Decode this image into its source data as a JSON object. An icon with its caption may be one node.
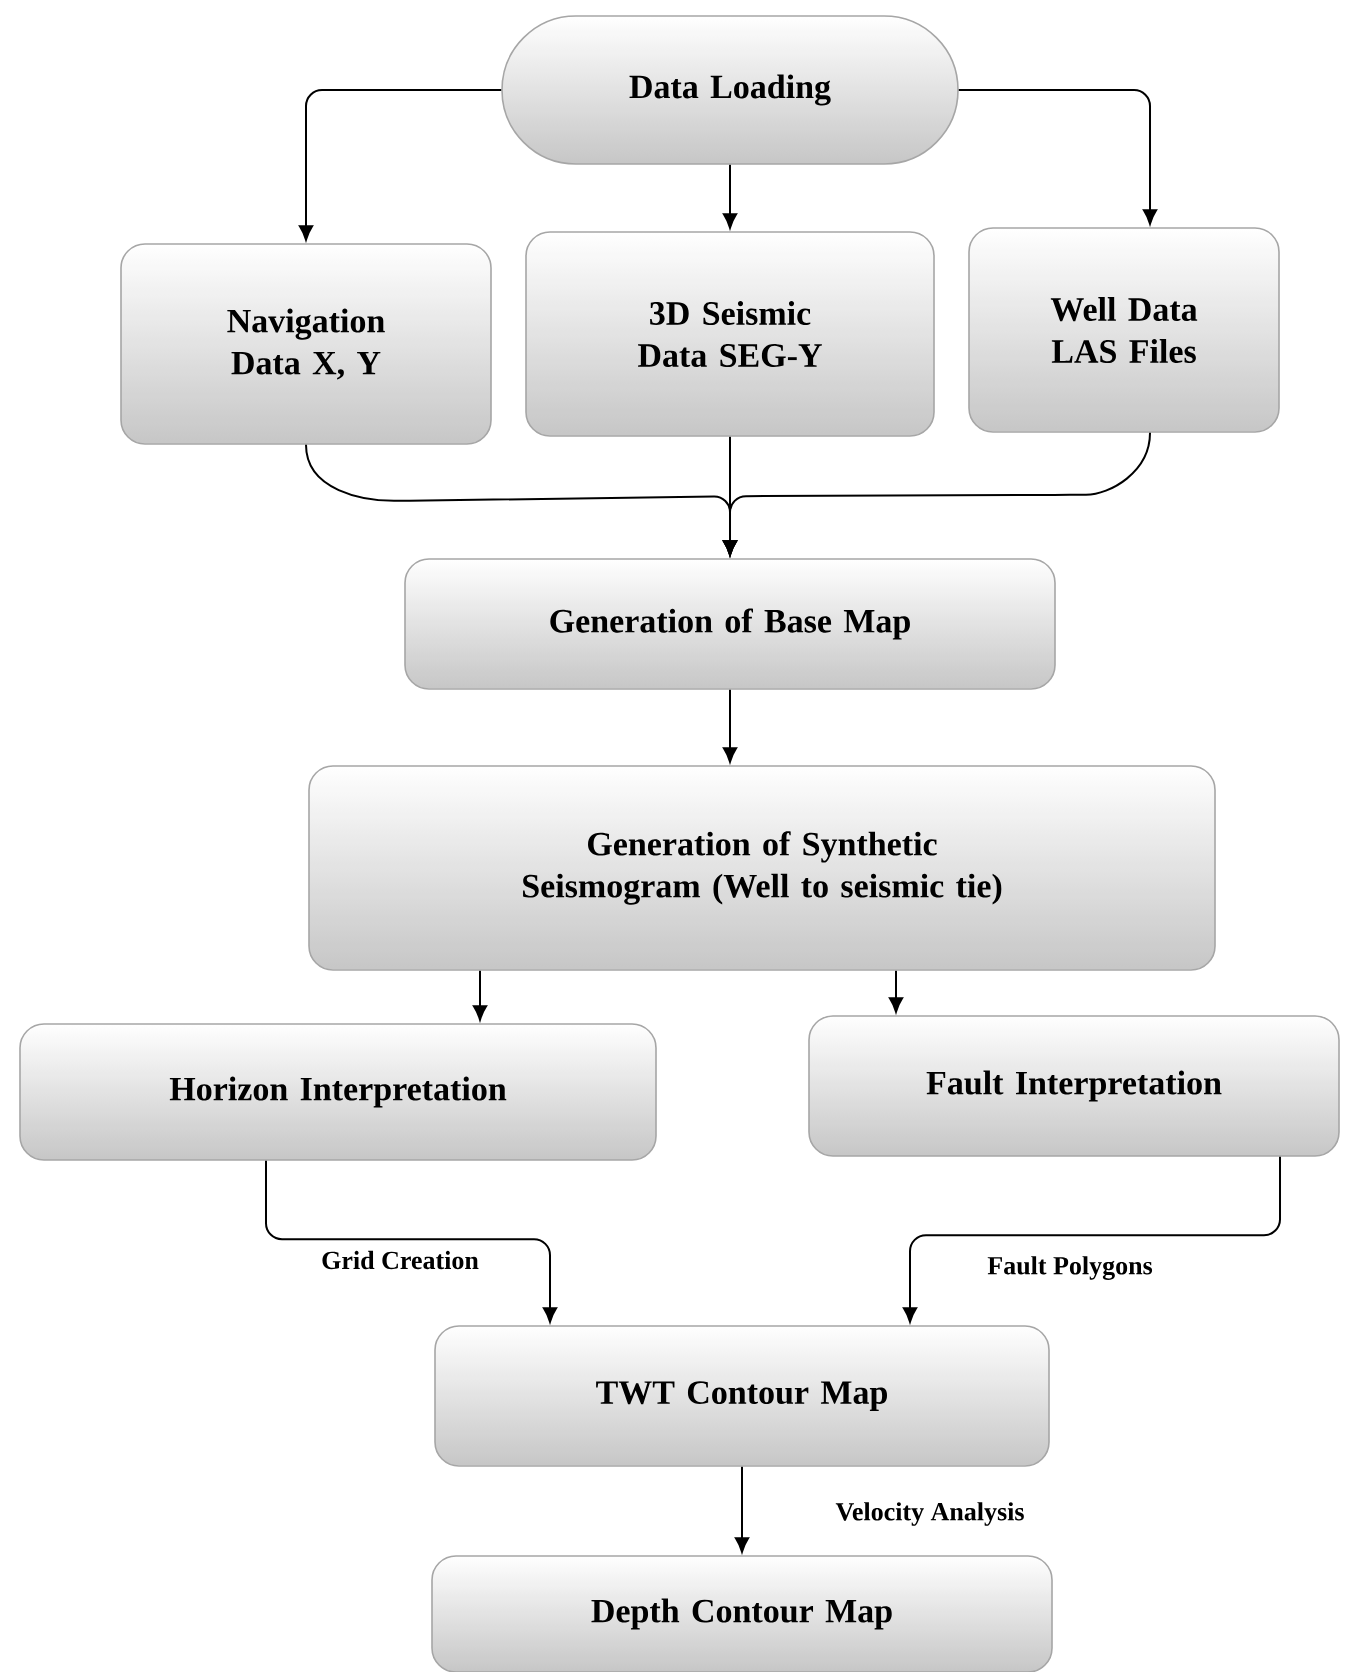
{
  "diagram": {
    "nodes": [
      {
        "text": [
          "Data Loading"
        ]
      },
      {
        "text": [
          "Navigation Data X, Y"
        ]
      },
      {
        "text": [
          "3D Seismic Data SEG-Y"
        ]
      },
      {
        "text": [
          "Well Data LAS Files"
        ]
      },
      {
        "text": [
          "Generation of Base Map"
        ]
      },
      {
        "text": [
          "Generation of Synthetic Seismogram (Well to seismic tie)"
        ]
      },
      {
        "text": [
          "Horizon Interpretation"
        ]
      },
      {
        "text": [
          "Fault Interpretation"
        ]
      },
      {
        "text": [
          "TWT Contour Map"
        ]
      },
      {
        "text": [
          "Depth Contour Map"
        ]
      }
    ],
    "edges": [
      {
        "from": 0,
        "to": 1,
        "arrow": "to"
      },
      {
        "from": 0,
        "to": 2,
        "arrow": "to"
      },
      {
        "from": 0,
        "to": 3,
        "arrow": "to"
      },
      {
        "from": 1,
        "to": 4,
        "arrow": "to"
      },
      {
        "from": 2,
        "to": 4,
        "arrow": "to"
      },
      {
        "from": 3,
        "to": 4,
        "arrow": "to"
      },
      {
        "from": 4,
        "to": 5,
        "arrow": "to"
      },
      {
        "from": 5,
        "to": 6,
        "arrow": "to"
      },
      {
        "from": 5,
        "to": 7,
        "arrow": "to"
      },
      {
        "from": 6,
        "to": 8,
        "arrow": "to",
        "label": "Grid Creation"
      },
      {
        "from": 7,
        "to": 8,
        "arrow": "to",
        "label": "Fault Polygons"
      },
      {
        "from": 8,
        "to": 9,
        "arrow": "to",
        "label": "Velocity Analysis"
      }
    ]
  }
}
